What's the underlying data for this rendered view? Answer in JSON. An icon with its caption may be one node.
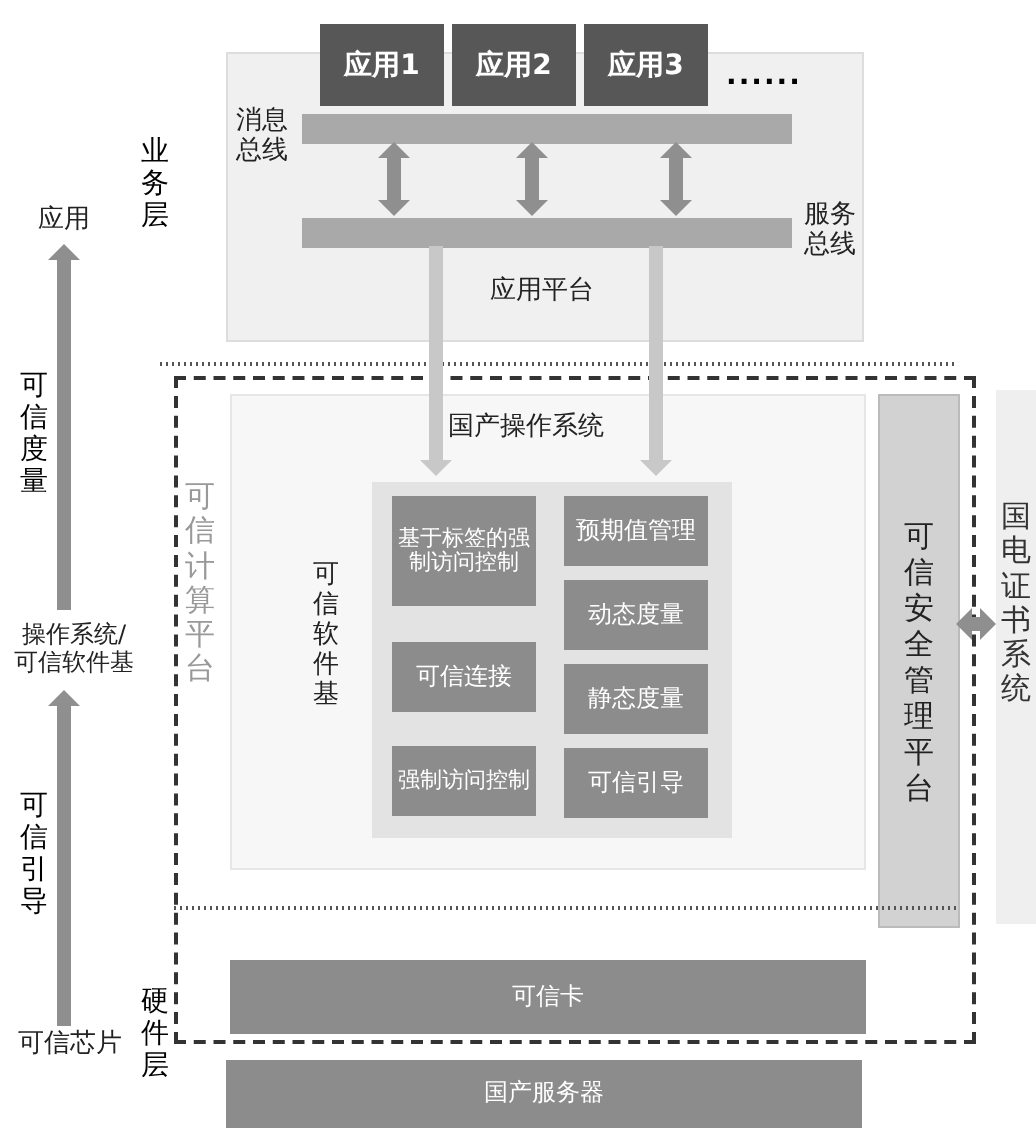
{
  "diagram": {
    "nodes": [
      {
        "text": [
          "应用"
        ]
      },
      {
        "text": [
          "应用平台"
        ]
      },
      {
        "text": [
          "应用1"
        ]
      },
      {
        "text": [
          "应用2"
        ]
      },
      {
        "text": [
          "应用3"
        ]
      },
      {
        "text": [
          "消息总线"
        ],
        "in": 1
      },
      {
        "text": [
          "服务总线"
        ],
        "in": 1
      },
      {
        "text": [
          "操作系统/可信软件基"
        ]
      },
      {
        "text": [
          "可信计算平台"
        ]
      },
      {
        "text": [
          "国产操作系统"
        ],
        "in": 8
      },
      {
        "text": [
          "可信软件基"
        ],
        "in": 9
      },
      {
        "text": [
          "基于标签的强制访问控制"
        ],
        "in": 10
      },
      {
        "text": [
          "预期值管理"
        ],
        "in": 10
      },
      {
        "text": [
          "动态度量"
        ],
        "in": 10
      },
      {
        "text": [
          "可信连接"
        ],
        "in": 10
      },
      {
        "text": [
          "静态度量"
        ],
        "in": 10
      },
      {
        "text": [
          "强制访问控制"
        ],
        "in": 10
      },
      {
        "text": [
          "可信引导"
        ],
        "in": 10
      },
      {
        "text": [
          "可信安全管理平台"
        ],
        "in": 8
      },
      {
        "text": [
          "国电证书系统"
        ]
      },
      {
        "text": [
          "可信芯片"
        ]
      },
      {
        "text": [
          "可信卡"
        ],
        "in": 8
      },
      {
        "text": [
          "国产服务器"
        ]
      }
    ],
    "edges": [
      {
        "from": 5,
        "to": 6,
        "arrow": "both"
      },
      {
        "from": 5,
        "to": 6,
        "arrow": "both"
      },
      {
        "from": 5,
        "to": 6,
        "arrow": "both"
      },
      {
        "from": 6,
        "to": 10,
        "arrow": "to",
        "color": "#c8c8c8"
      },
      {
        "from": 6,
        "to": 10,
        "arrow": "to",
        "color": "#c8c8c8"
      },
      {
        "from": 18,
        "to": 19,
        "arrow": "both"
      },
      {
        "from": 20,
        "to": 7,
        "arrow": "to",
        "label": "可信引导"
      },
      {
        "from": 7,
        "to": 0,
        "arrow": "to",
        "label": "可信度量"
      }
    ],
    "labels": [
      "业务层",
      "......",
      "硬件层"
    ]
  }
}
